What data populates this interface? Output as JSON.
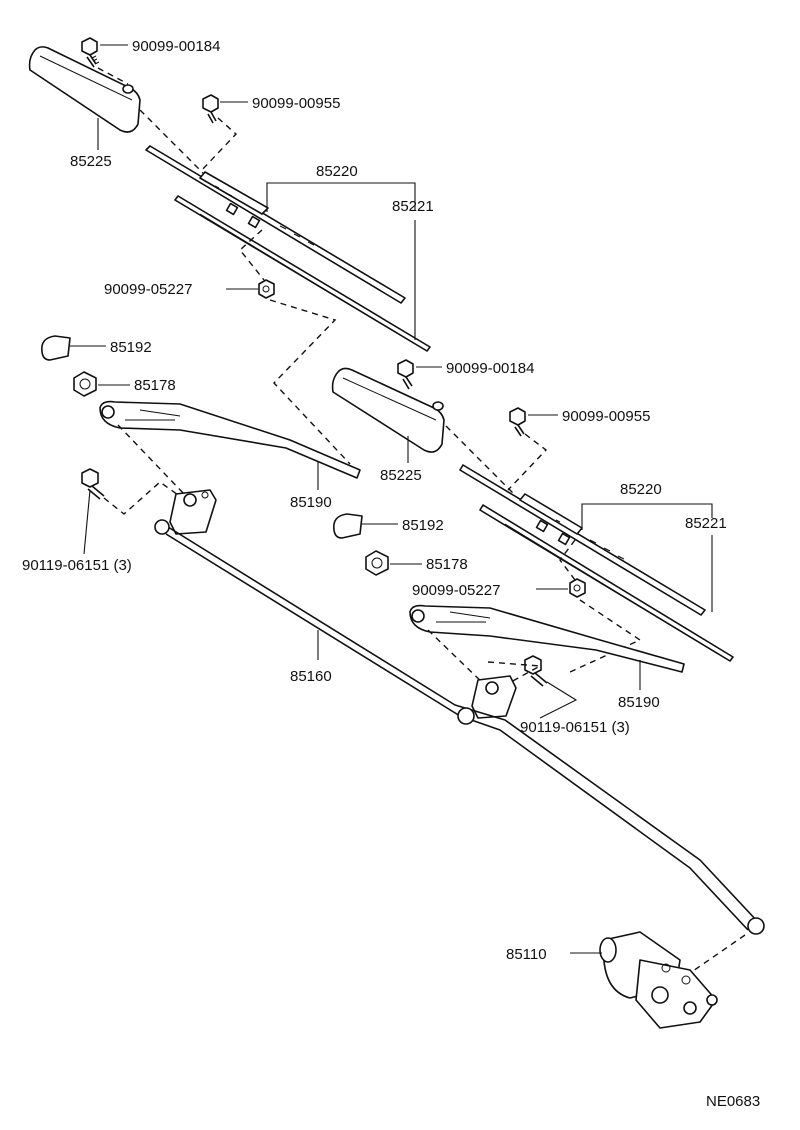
{
  "diagram_code": "NE0683",
  "labels": {
    "bolt_top_left": "90099-00184",
    "bolt_top_left_2": "90099-00955",
    "blade_cover_left": "85225",
    "blade_assy_left": "85220",
    "blade_insert_left": "85221",
    "nut_left": "90099-05227",
    "cap_left": "85192",
    "arm_nut_left": "85178",
    "arm_left": "85190",
    "bracket_bolt_left": "90119-06151 (3)",
    "bolt_right": "90099-00184",
    "bolt_right_2": "90099-00955",
    "blade_cover_right": "85225",
    "blade_assy_right": "85220",
    "blade_insert_right": "85221",
    "cap_right": "85192",
    "arm_nut_right": "85178",
    "nut_right": "90099-05227",
    "link_rod": "85160",
    "arm_right": "85190",
    "bracket_bolt_right": "90119-06151 (3)",
    "motor": "85110"
  }
}
